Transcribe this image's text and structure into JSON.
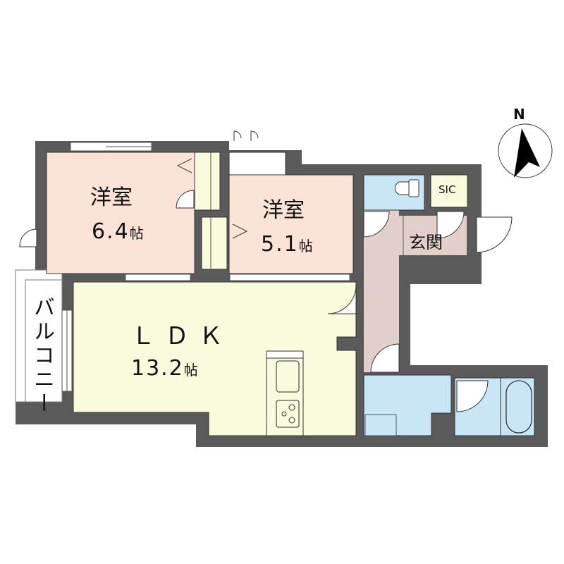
{
  "floorplan": {
    "compass": {
      "label": "N"
    },
    "rooms": [
      {
        "id": "western-room-1",
        "name": "洋室",
        "size": "6.4",
        "unit": "帖",
        "color": "#fbe3d8"
      },
      {
        "id": "western-room-2",
        "name": "洋室",
        "size": "5.1",
        "unit": "帖",
        "color": "#fbe3d8"
      },
      {
        "id": "ldk",
        "name": "ＬＤＫ",
        "size": "13.2",
        "unit": "帖",
        "color": "#fafadc"
      },
      {
        "id": "entrance",
        "name": "玄関",
        "color": "#e3cfca"
      },
      {
        "id": "sic",
        "name": "SIC",
        "color": "#fafadc"
      },
      {
        "id": "balcony",
        "name": "バルコニー",
        "color": "#ffffff"
      },
      {
        "id": "toilet",
        "color": "#c9e6f7"
      },
      {
        "id": "washroom",
        "color": "#c9e6f7"
      },
      {
        "id": "bathroom",
        "color": "#c9e6f7"
      }
    ],
    "colors": {
      "wall": "#5a5a5a",
      "line": "#333333",
      "closet": "#fafadc",
      "hallway": "#e3cfca",
      "wet_area": "#c9e6f7"
    }
  }
}
